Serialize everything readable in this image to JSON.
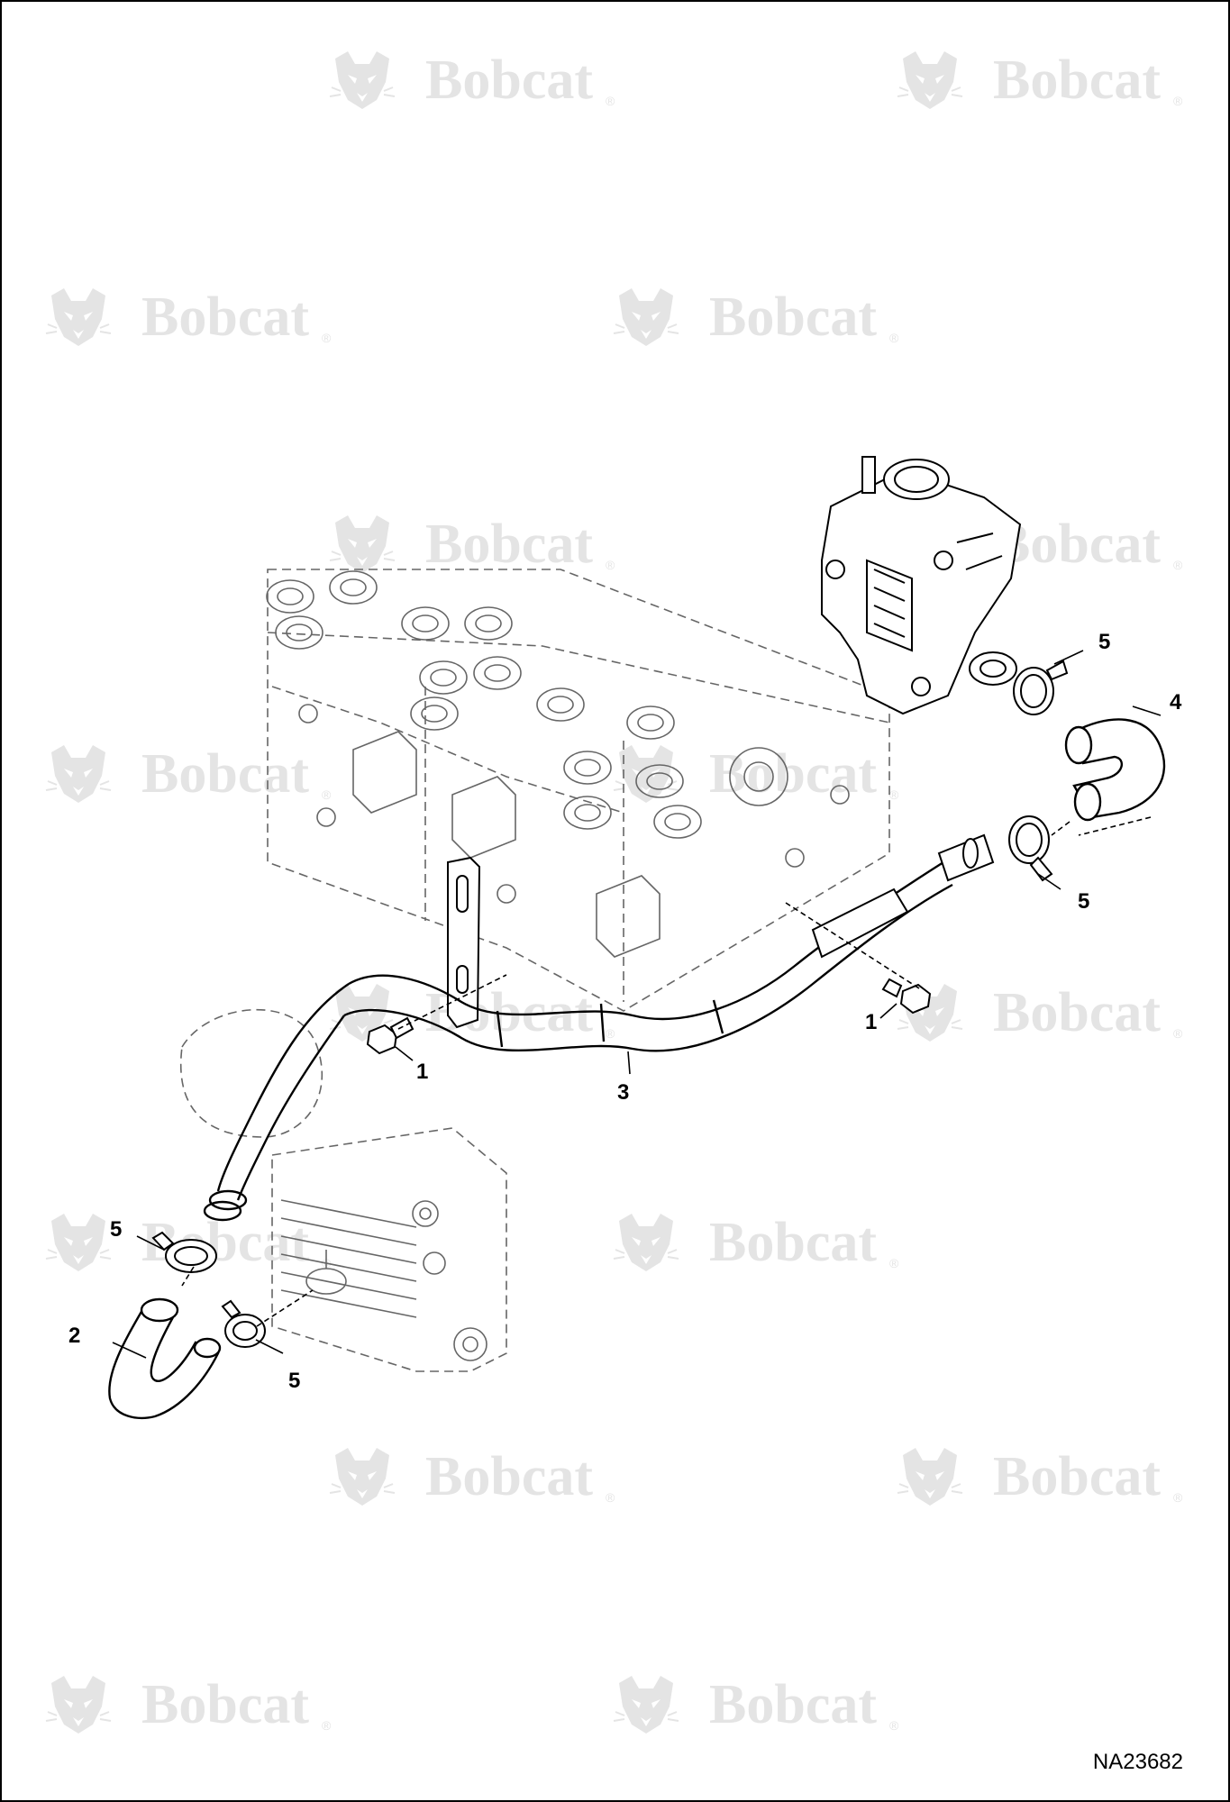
{
  "watermark": {
    "text": "Bobcat",
    "registered": "®"
  },
  "callouts": [
    {
      "id": "c1a",
      "label": "1"
    },
    {
      "id": "c1b",
      "label": "1"
    },
    {
      "id": "c2",
      "label": "2"
    },
    {
      "id": "c3",
      "label": "3"
    },
    {
      "id": "c4",
      "label": "4"
    },
    {
      "id": "c5a",
      "label": "5"
    },
    {
      "id": "c5b",
      "label": "5"
    },
    {
      "id": "c5c",
      "label": "5"
    },
    {
      "id": "c5d",
      "label": "5"
    }
  ],
  "drawing_number": "NA23682"
}
